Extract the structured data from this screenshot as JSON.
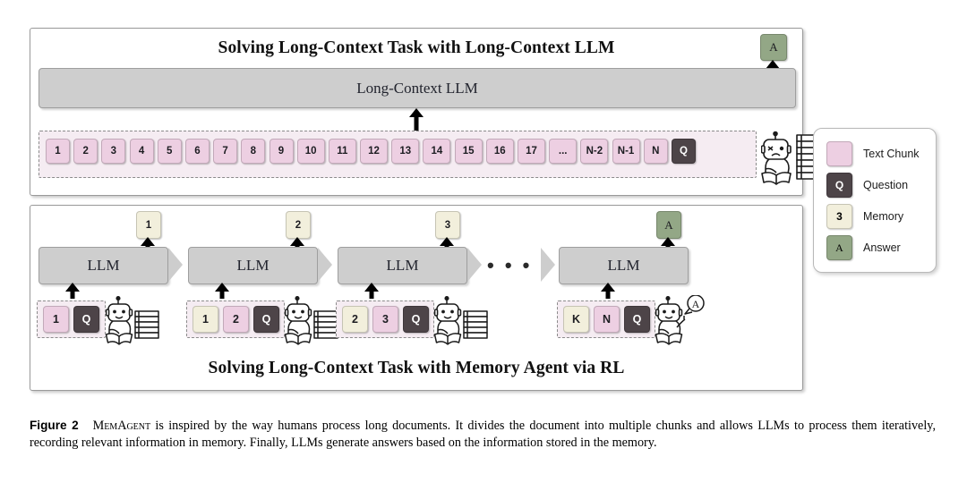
{
  "figure": {
    "label": "Figure 2",
    "name_smallcaps": "MemAgent",
    "caption_rest": " is inspired by the way humans process long documents. It divides the document into multiple chunks and allows LLMs to process them iteratively, recording relevant information in memory. Finally, LLMs generate answers based on the information stored in the memory."
  },
  "panel_top": {
    "title": "Solving Long-Context Task with Long-Context LLM",
    "llm_label": "Long-Context LLM",
    "answer_token": "A",
    "chunks": [
      "1",
      "2",
      "3",
      "4",
      "5",
      "6",
      "7",
      "8",
      "9",
      "10",
      "11",
      "12",
      "13",
      "14",
      "15",
      "16",
      "17",
      "...",
      "N-2",
      "N-1",
      "N"
    ],
    "question_token": "Q"
  },
  "panel_bottom": {
    "title": "Solving Long-Context Task with Memory Agent via RL",
    "ellipsis": "• • •",
    "stages": [
      {
        "llm_label": "LLM",
        "output": "1",
        "output_type": "memory",
        "inputs": [
          {
            "text": "1",
            "type": "chunk"
          },
          {
            "text": "Q",
            "type": "question"
          }
        ]
      },
      {
        "llm_label": "LLM",
        "output": "2",
        "output_type": "memory",
        "inputs": [
          {
            "text": "1",
            "type": "memory"
          },
          {
            "text": "2",
            "type": "chunk"
          },
          {
            "text": "Q",
            "type": "question"
          }
        ]
      },
      {
        "llm_label": "LLM",
        "output": "3",
        "output_type": "memory",
        "inputs": [
          {
            "text": "2",
            "type": "memory"
          },
          {
            "text": "3",
            "type": "chunk"
          },
          {
            "text": "Q",
            "type": "question"
          }
        ]
      },
      {
        "llm_label": "LLM",
        "output": "A",
        "output_type": "answer",
        "inputs": [
          {
            "text": "K",
            "type": "memory"
          },
          {
            "text": "N",
            "type": "chunk"
          },
          {
            "text": "Q",
            "type": "question"
          }
        ]
      }
    ],
    "answer_bubble": "A"
  },
  "legend": {
    "items": [
      {
        "swatch": "",
        "label": "Text Chunk",
        "type": "chunk"
      },
      {
        "swatch": "Q",
        "label": "Question",
        "type": "question"
      },
      {
        "swatch": "3",
        "label": "Memory",
        "type": "memory"
      },
      {
        "swatch": "A",
        "label": "Answer",
        "type": "answer"
      }
    ]
  },
  "colors": {
    "chunk": "#edcfe2",
    "question": "#4d4448",
    "memory": "#f2efdc",
    "answer": "#93a786",
    "llm_bar": "#cecece",
    "strip_bg": "#f5ecf2"
  }
}
